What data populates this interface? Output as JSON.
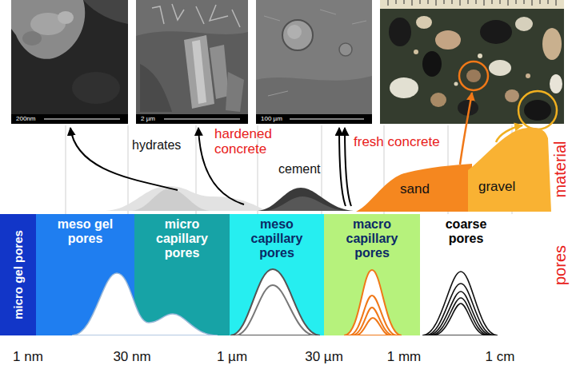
{
  "diagram": {
    "nodes": [
      {
        "text": [
          "sand"
        ]
      },
      {
        "text": [
          "gravel"
        ]
      },
      {
        "text": [
          "micro gel pores"
        ]
      },
      {
        "text": [
          "meso gel pores"
        ]
      },
      {
        "text": [
          "micro capillary pores"
        ]
      },
      {
        "text": [
          "meso capillary pores"
        ]
      },
      {
        "text": [
          "macro capillary pores"
        ]
      },
      {
        "text": [
          "coarse pores"
        ]
      }
    ],
    "labels": [
      "200nm",
      "2 µm",
      "100 µm",
      "hydrates",
      "hardened concrete",
      "fresh concrete",
      "cement",
      "material",
      "pores",
      "1 nm",
      "30 nm",
      "1 µm",
      "30 µm",
      "1 mm",
      "1 cm"
    ]
  }
}
